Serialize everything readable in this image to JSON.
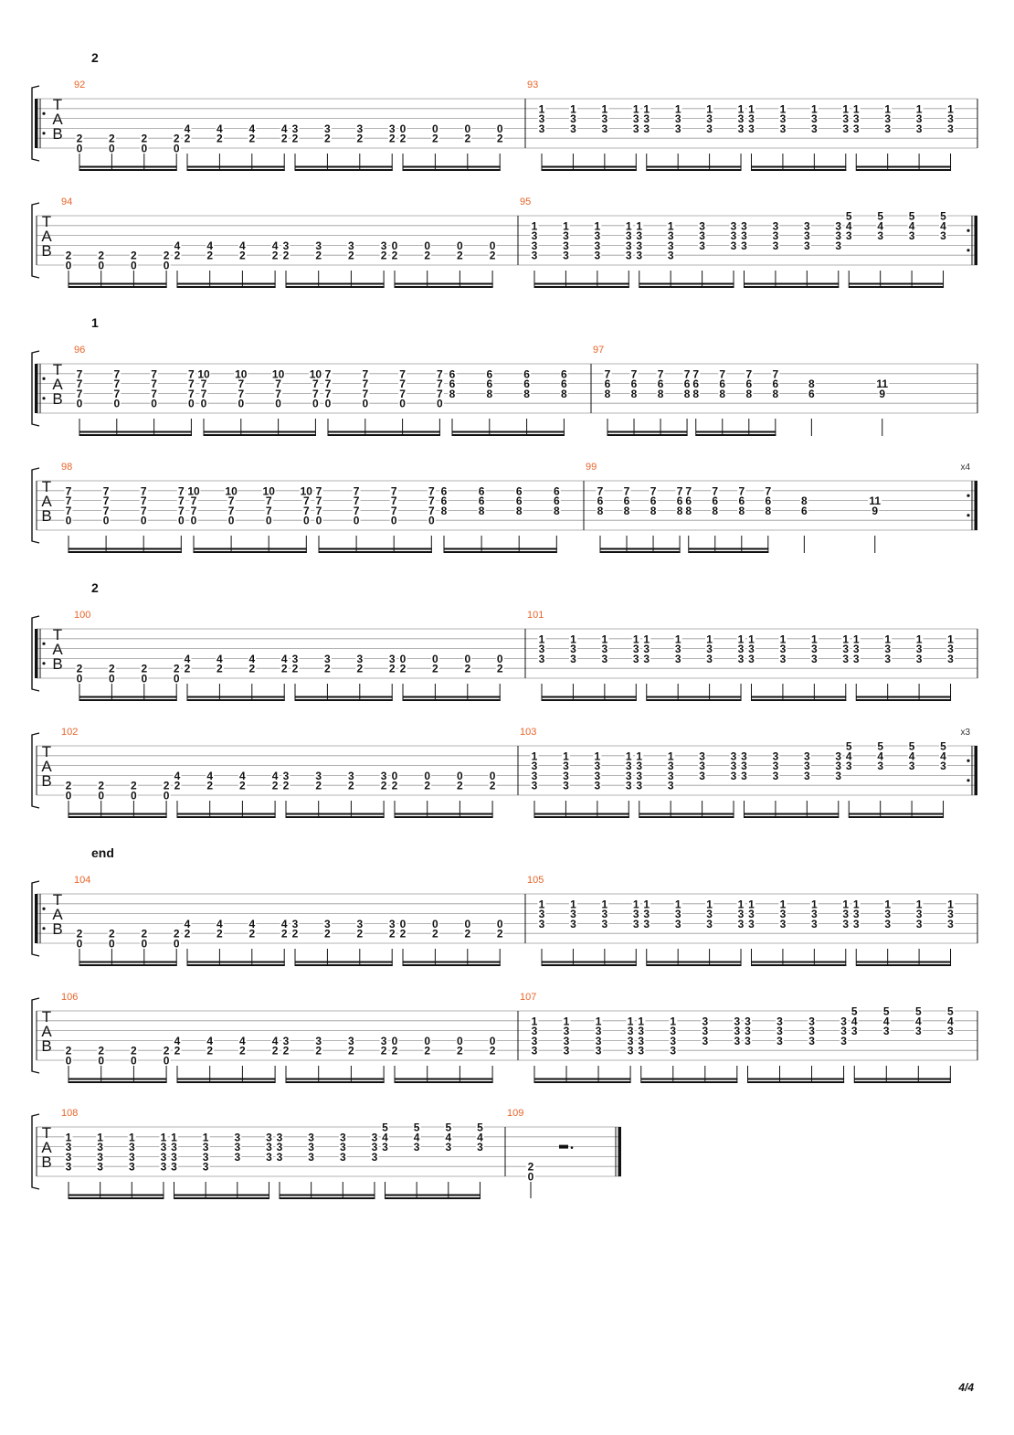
{
  "page": {
    "number": "4/4"
  },
  "systems": [
    {
      "section": "2",
      "repeat_start": true,
      "repeat_end": false,
      "end_count": "",
      "measures": [
        {
          "number": "92",
          "beats": [
            "-;-;-;-;2;0",
            "-;-;-;-;2;0",
            "-;-;-;-;2;0",
            "-;-;-;-;2;0",
            "-;-;-;4;2;-",
            "-;-;-;4;2;-",
            "-;-;-;4;2;-",
            "-;-;-;4;2;-",
            "-;-;-;3;2;-",
            "-;-;-;3;2;-",
            "-;-;-;3;2;-",
            "-;-;-;3;2;-",
            "-;-;-;0;2;-",
            "-;-;-;0;2;-",
            "-;-;-;0;2;-",
            "-;-;-;0;2;-"
          ]
        },
        {
          "number": "93",
          "beats": [
            "-;1;3;3;-;-",
            "-;1;3;3;-;-",
            "-;1;3;3;-;-",
            "-;1;3;3;-;-",
            "-;1;3;3;-;-",
            "-;1;3;3;-;-",
            "-;1;3;3;-;-",
            "-;1;3;3;-;-",
            "-;1;3;3;-;-",
            "-;1;3;3;-;-",
            "-;1;3;3;-;-",
            "-;1;3;3;-;-",
            "-;1;3;3;-;-",
            "-;1;3;3;-;-",
            "-;1;3;3;-;-",
            "-;1;3;3;-;-"
          ]
        }
      ]
    },
    {
      "section": "",
      "repeat_start": false,
      "repeat_end": true,
      "end_count": "",
      "measures": [
        {
          "number": "94",
          "beats": [
            "-;-;-;-;2;0",
            "-;-;-;-;2;0",
            "-;-;-;-;2;0",
            "-;-;-;-;2;0",
            "-;-;-;4;2;-",
            "-;-;-;4;2;-",
            "-;-;-;4;2;-",
            "-;-;-;4;2;-",
            "-;-;-;3;2;-",
            "-;-;-;3;2;-",
            "-;-;-;3;2;-",
            "-;-;-;3;2;-",
            "-;-;-;0;2;-",
            "-;-;-;0;2;-",
            "-;-;-;0;2;-",
            "-;-;-;0;2;-"
          ]
        },
        {
          "number": "95",
          "beats": [
            "-;1;3;3;3;-",
            "-;1;3;3;3;-",
            "-;1;3;3;3;-",
            "-;1;3;3;3;-",
            "-;1;3;3;3;-",
            "-;1;3;3;3;-",
            "-;3;3;3;-;-",
            "-;3;3;3;-;-",
            "-;3;3;3;-;-",
            "-;3;3;3;-;-",
            "-;3;3;3;-;-",
            "-;3;3;3;-;-",
            "5;4;3;-;-;-",
            "5;4;3;-;-;-",
            "5;4;3;-;-;-",
            "5;4;3;-;-;-"
          ]
        }
      ]
    },
    {
      "section": "1",
      "repeat_start": true,
      "repeat_end": false,
      "end_count": "",
      "measures": [
        {
          "number": "96",
          "beats": [
            "-;7;7;7;0;-",
            "-;7;7;7;0;-",
            "-;7;7;7;0;-",
            "-;7;7;7;0;-",
            "-;10;7;7;0;-",
            "-;10;7;7;0;-",
            "-;10;7;7;0;-",
            "-;10;7;7;0;-",
            "-;7;7;7;0;-",
            "-;7;7;7;0;-",
            "-;7;7;7;0;-",
            "-;7;7;7;0;-",
            "-;6;6;8;-;-",
            "-;6;6;8;-;-",
            "-;6;6;8;-;-",
            "-;6;6;8;-;-"
          ]
        },
        {
          "number": "97",
          "beats": [
            "-;7;6;8;-;-",
            "-;7;6;8;-;-",
            "-;7;6;8;-;-",
            "-;7;6;8;-;-",
            "-;7;6;8;-;-",
            "-;7;6;8;-;-",
            "-;7;6;8;-;-",
            "-;7;6;8;-;-",
            "-;-;8;6;-;-",
            "-;-;11;9;-;-"
          ]
        }
      ]
    },
    {
      "section": "",
      "repeat_start": false,
      "repeat_end": true,
      "end_count": "x4",
      "measures": [
        {
          "number": "98",
          "beats": [
            "-;7;7;7;0;-",
            "-;7;7;7;0;-",
            "-;7;7;7;0;-",
            "-;7;7;7;0;-",
            "-;10;7;7;0;-",
            "-;10;7;7;0;-",
            "-;10;7;7;0;-",
            "-;10;7;7;0;-",
            "-;7;7;7;0;-",
            "-;7;7;7;0;-",
            "-;7;7;7;0;-",
            "-;7;7;7;0;-",
            "-;6;6;8;-;-",
            "-;6;6;8;-;-",
            "-;6;6;8;-;-",
            "-;6;6;8;-;-"
          ]
        },
        {
          "number": "99",
          "beats": [
            "-;7;6;8;-;-",
            "-;7;6;8;-;-",
            "-;7;6;8;-;-",
            "-;7;6;8;-;-",
            "-;7;6;8;-;-",
            "-;7;6;8;-;-",
            "-;7;6;8;-;-",
            "-;7;6;8;-;-",
            "-;-;8;6;-;-",
            "-;-;11;9;-;-"
          ]
        }
      ]
    },
    {
      "section": "2",
      "repeat_start": true,
      "repeat_end": false,
      "end_count": "",
      "measures": [
        {
          "number": "100",
          "beats": [
            "-;-;-;-;2;0",
            "-;-;-;-;2;0",
            "-;-;-;-;2;0",
            "-;-;-;-;2;0",
            "-;-;-;4;2;-",
            "-;-;-;4;2;-",
            "-;-;-;4;2;-",
            "-;-;-;4;2;-",
            "-;-;-;3;2;-",
            "-;-;-;3;2;-",
            "-;-;-;3;2;-",
            "-;-;-;3;2;-",
            "-;-;-;0;2;-",
            "-;-;-;0;2;-",
            "-;-;-;0;2;-",
            "-;-;-;0;2;-"
          ]
        },
        {
          "number": "101",
          "beats": [
            "-;1;3;3;-;-",
            "-;1;3;3;-;-",
            "-;1;3;3;-;-",
            "-;1;3;3;-;-",
            "-;1;3;3;-;-",
            "-;1;3;3;-;-",
            "-;1;3;3;-;-",
            "-;1;3;3;-;-",
            "-;1;3;3;-;-",
            "-;1;3;3;-;-",
            "-;1;3;3;-;-",
            "-;1;3;3;-;-",
            "-;1;3;3;-;-",
            "-;1;3;3;-;-",
            "-;1;3;3;-;-",
            "-;1;3;3;-;-"
          ]
        }
      ]
    },
    {
      "section": "",
      "repeat_start": false,
      "repeat_end": true,
      "end_count": "x3",
      "measures": [
        {
          "number": "102",
          "beats": [
            "-;-;-;-;2;0",
            "-;-;-;-;2;0",
            "-;-;-;-;2;0",
            "-;-;-;-;2;0",
            "-;-;-;4;2;-",
            "-;-;-;4;2;-",
            "-;-;-;4;2;-",
            "-;-;-;4;2;-",
            "-;-;-;3;2;-",
            "-;-;-;3;2;-",
            "-;-;-;3;2;-",
            "-;-;-;3;2;-",
            "-;-;-;0;2;-",
            "-;-;-;0;2;-",
            "-;-;-;0;2;-",
            "-;-;-;0;2;-"
          ]
        },
        {
          "number": "103",
          "beats": [
            "-;1;3;3;3;-",
            "-;1;3;3;3;-",
            "-;1;3;3;3;-",
            "-;1;3;3;3;-",
            "-;1;3;3;3;-",
            "-;1;3;3;3;-",
            "-;3;3;3;-;-",
            "-;3;3;3;-;-",
            "-;3;3;3;-;-",
            "-;3;3;3;-;-",
            "-;3;3;3;-;-",
            "-;3;3;3;-;-",
            "5;4;3;-;-;-",
            "5;4;3;-;-;-",
            "5;4;3;-;-;-",
            "5;4;3;-;-;-"
          ]
        }
      ]
    },
    {
      "section": "end",
      "repeat_start": true,
      "repeat_end": false,
      "end_count": "",
      "measures": [
        {
          "number": "104",
          "beats": [
            "-;-;-;-;2;0",
            "-;-;-;-;2;0",
            "-;-;-;-;2;0",
            "-;-;-;-;2;0",
            "-;-;-;4;2;-",
            "-;-;-;4;2;-",
            "-;-;-;4;2;-",
            "-;-;-;4;2;-",
            "-;-;-;3;2;-",
            "-;-;-;3;2;-",
            "-;-;-;3;2;-",
            "-;-;-;3;2;-",
            "-;-;-;0;2;-",
            "-;-;-;0;2;-",
            "-;-;-;0;2;-",
            "-;-;-;0;2;-"
          ]
        },
        {
          "number": "105",
          "beats": [
            "-;1;3;3;-;-",
            "-;1;3;3;-;-",
            "-;1;3;3;-;-",
            "-;1;3;3;-;-",
            "-;1;3;3;-;-",
            "-;1;3;3;-;-",
            "-;1;3;3;-;-",
            "-;1;3;3;-;-",
            "-;1;3;3;-;-",
            "-;1;3;3;-;-",
            "-;1;3;3;-;-",
            "-;1;3;3;-;-",
            "-;1;3;3;-;-",
            "-;1;3;3;-;-",
            "-;1;3;3;-;-",
            "-;1;3;3;-;-"
          ]
        }
      ]
    },
    {
      "section": "",
      "repeat_start": false,
      "repeat_end": false,
      "end_count": "",
      "measures": [
        {
          "number": "106",
          "beats": [
            "-;-;-;-;2;0",
            "-;-;-;-;2;0",
            "-;-;-;-;2;0",
            "-;-;-;-;2;0",
            "-;-;-;4;2;-",
            "-;-;-;4;2;-",
            "-;-;-;4;2;-",
            "-;-;-;4;2;-",
            "-;-;-;3;2;-",
            "-;-;-;3;2;-",
            "-;-;-;3;2;-",
            "-;-;-;3;2;-",
            "-;-;-;0;2;-",
            "-;-;-;0;2;-",
            "-;-;-;0;2;-",
            "-;-;-;0;2;-"
          ]
        },
        {
          "number": "107",
          "beats": [
            "-;1;3;3;3;-",
            "-;1;3;3;3;-",
            "-;1;3;3;3;-",
            "-;1;3;3;3;-",
            "-;1;3;3;3;-",
            "-;1;3;3;3;-",
            "-;3;3;3;-;-",
            "-;3;3;3;-;-",
            "-;3;3;3;-;-",
            "-;3;3;3;-;-",
            "-;3;3;3;-;-",
            "-;3;3;3;-;-",
            "5;4;3;-;-;-",
            "5;4;3;-;-;-",
            "5;4;3;-;-;-",
            "5;4;3;-;-;-"
          ]
        }
      ]
    },
    {
      "section": "",
      "repeat_start": false,
      "repeat_end": false,
      "end_count": "",
      "measures": [
        {
          "number": "108",
          "beats": [
            "-;1;3;3;3;-",
            "-;1;3;3;3;-",
            "-;1;3;3;3;-",
            "-;1;3;3;3;-",
            "-;1;3;3;3;-",
            "-;1;3;3;3;-",
            "-;3;3;3;-;-",
            "-;3;3;3;-;-",
            "-;3;3;3;-;-",
            "-;3;3;3;-;-",
            "-;3;3;3;-;-",
            "-;3;3;3;-;-",
            "5;4;3;-;-;-",
            "5;4;3;-;-;-",
            "5;4;3;-;-;-",
            "5;4;3;-;-;-"
          ]
        },
        {
          "number": "109",
          "beats": [
            "-;-;-;-;2;0"
          ],
          "rest": true
        }
      ]
    }
  ]
}
